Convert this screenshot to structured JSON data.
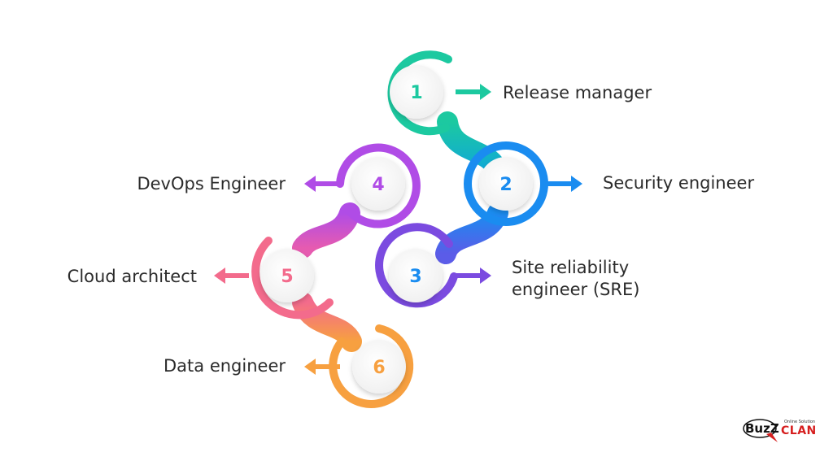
{
  "steps": [
    {
      "number": "1",
      "label": "Release manager",
      "color": "#1CC9A0"
    },
    {
      "number": "2",
      "label": "Security engineer",
      "color": "#1A8CF0"
    },
    {
      "number": "3",
      "label_line1": "Site reliability",
      "label_line2": "engineer (SRE)",
      "color": "#7B4BE0"
    },
    {
      "number": "4",
      "label": "DevOps Engineer",
      "color": "#B04CE6"
    },
    {
      "number": "5",
      "label": "Cloud architect",
      "color": "#F36B8C"
    },
    {
      "number": "6",
      "label": "Data engineer",
      "color": "#F7A040"
    }
  ],
  "logo": {
    "brand_left": "BuzZ",
    "brand_right": "CLAN",
    "tagline": "Online Solution"
  }
}
